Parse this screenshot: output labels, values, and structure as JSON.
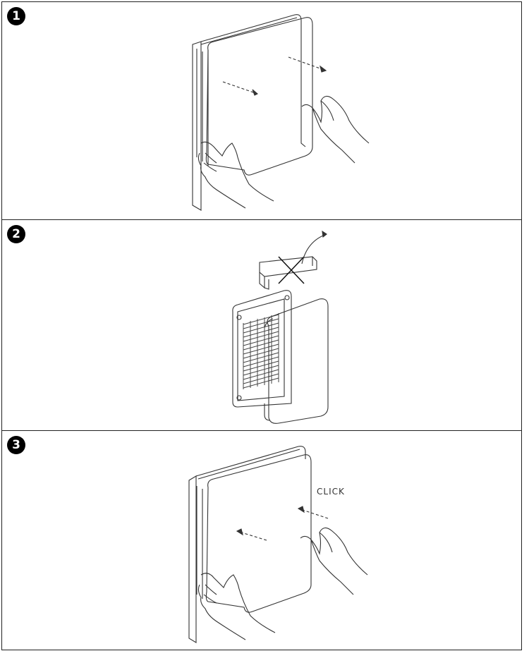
{
  "steps": [
    {
      "number": "1"
    },
    {
      "number": "2"
    },
    {
      "number": "3",
      "annotation": "CLICK"
    }
  ]
}
